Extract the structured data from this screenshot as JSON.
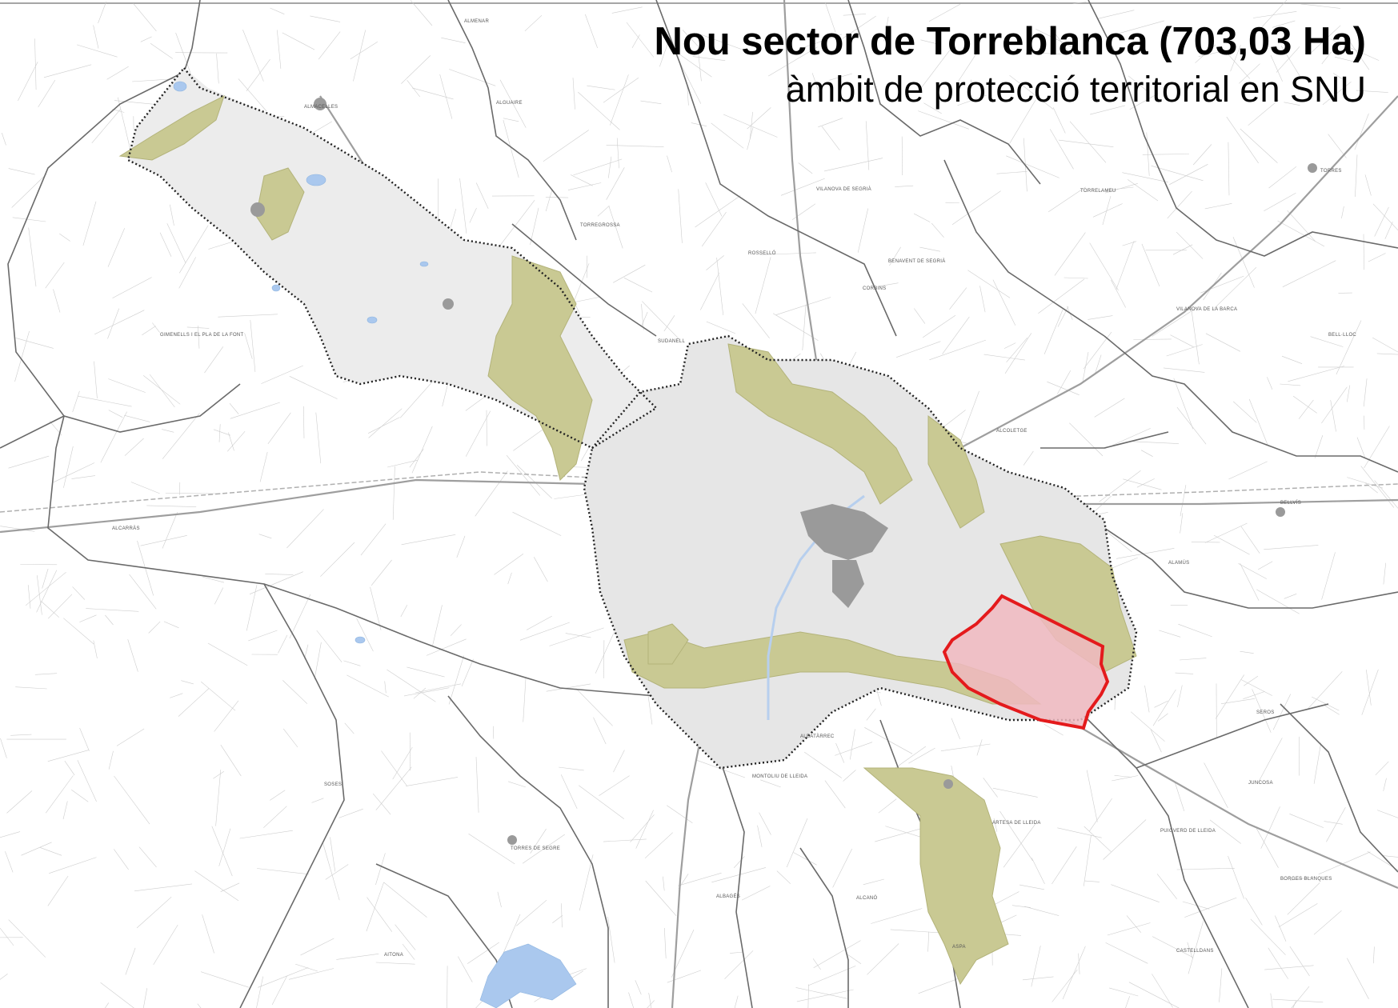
{
  "map": {
    "title": "Nou sector de Torreblanca (703,03 Ha)",
    "subtitle": "àmbit de protecció territorial en SNU",
    "colors": {
      "background": "#ffffff",
      "boundary_line": "#606060",
      "protection_boundary": "#222222",
      "agricultural_zone_fill": "#c9c993",
      "highlight_sector_fill": "#f0b9bf",
      "highlight_sector_stroke": "#e41a1c",
      "water_bodies": "#aac8ee",
      "urban_fill": "#9a9a9a"
    }
  },
  "place_labels": [
    "ALMENAR",
    "ALGUAIRE",
    "ALMACELLES",
    "VILANOVA DE SEGRIÀ",
    "TORRELAMEU",
    "TORRES",
    "TORREGROSSA",
    "ROSSELLÓ",
    "BENAVENT DE SEGRIÀ",
    "CORBINS",
    "VILANOVA DE LA BARCA",
    "BELL·LLOC",
    "SUDANELL",
    "ALCOLETGE",
    "ALAMÚS",
    "BELLVÍS",
    "ALCARRÀS",
    "GIMENELLS I EL PLA DE LA FONT",
    "ALBATÀRREC",
    "MONTOLIU DE LLEIDA",
    "ARTESA DE LLEIDA",
    "PUIGVERD DE LLEIDA",
    "TORRES DE SEGRE",
    "ALBAGÉS",
    "ALCANÓ",
    "ASPA",
    "CASTELLDANS",
    "JUNCOSA",
    "BORGES BLANQUES",
    "SOSES",
    "AITONA",
    "SEROS"
  ]
}
